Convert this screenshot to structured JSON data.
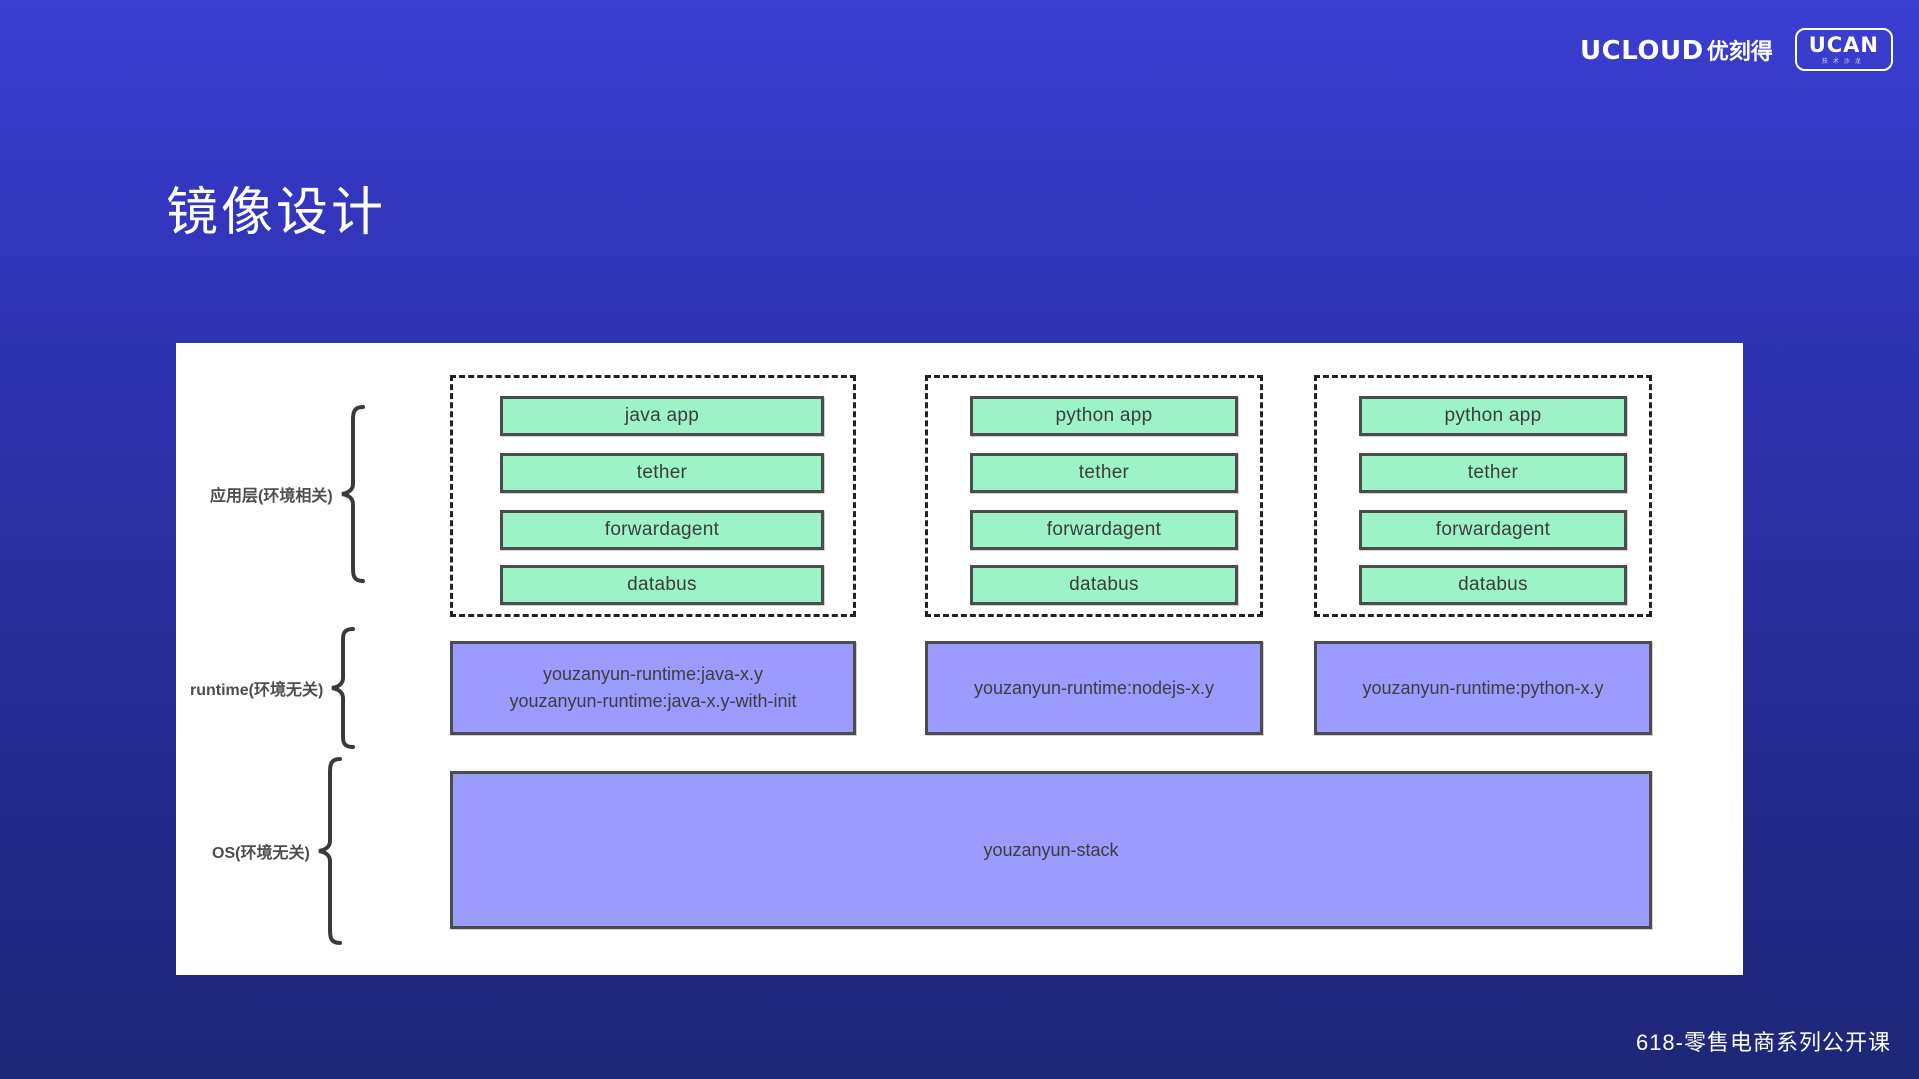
{
  "brand": {
    "ucloud_en": "UCLOUD",
    "ucloud_cn": "优刻得",
    "ucan_main": "UCAN",
    "ucan_sub": "技术沙龙"
  },
  "title": "镜像设计",
  "footer": "618-零售电商系列公开课",
  "colors": {
    "background_top": "#3b3fd2",
    "background_bottom": "#1e2878",
    "panel": "#ffffff",
    "app_box_fill": "#9cf3c7",
    "runtime_box_fill": "#9a9aff",
    "box_border": "#4c4c4c",
    "group_border": "#222222",
    "label_text": "#4d4d4d"
  },
  "rows": [
    {
      "label": "应用层(环境相关)"
    },
    {
      "label": "runtime(环境无关)"
    },
    {
      "label": "OS(环境无关)"
    }
  ],
  "app_groups": [
    {
      "boxes": [
        "java app",
        "tether",
        "forwardagent",
        "databus"
      ]
    },
    {
      "boxes": [
        "python app",
        "tether",
        "forwardagent",
        "databus"
      ]
    },
    {
      "boxes": [
        "python app",
        "tether",
        "forwardagent",
        "databus"
      ]
    }
  ],
  "runtimes": [
    {
      "lines": [
        "youzanyun-runtime:java-x.y",
        "youzanyun-runtime:java-x.y-with-init"
      ]
    },
    {
      "lines": [
        "youzanyun-runtime:nodejs-x.y"
      ]
    },
    {
      "lines": [
        "youzanyun-runtime:python-x.y"
      ]
    }
  ],
  "os_layer": {
    "label": "youzanyun-stack"
  }
}
